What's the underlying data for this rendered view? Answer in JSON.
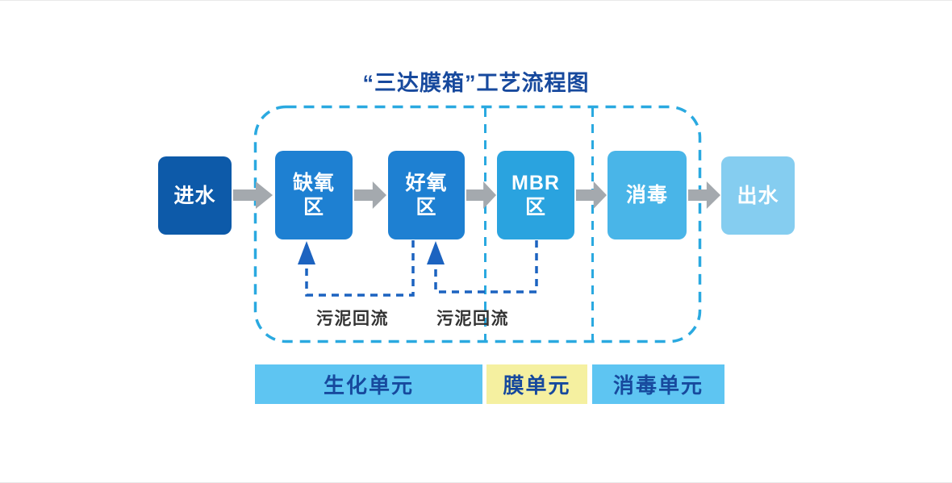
{
  "title": "“三达膜箱”工艺流程图",
  "colors": {
    "page_bg": "#ffffff",
    "title_text": "#17499d",
    "container_dash": "#2aa9e0",
    "flow_arrow": "#a4a9ae",
    "return_flow": "#1c63c0",
    "return_label_text": "#333333",
    "unit_text": "#17499d"
  },
  "nodes": [
    {
      "id": "inlet",
      "label": "进水",
      "lines": [
        "进水"
      ],
      "color": "#0d5aa9"
    },
    {
      "id": "anoxic-zone",
      "label": "缺氧区",
      "lines": [
        "缺氧",
        "区"
      ],
      "color": "#1e80d2"
    },
    {
      "id": "aerobic-zone",
      "label": "好氧区",
      "lines": [
        "好氧",
        "区"
      ],
      "color": "#1e80d2"
    },
    {
      "id": "mbr-zone",
      "label": "MBR区",
      "lines": [
        "MBR",
        "区"
      ],
      "color": "#2aa3df"
    },
    {
      "id": "disinfection",
      "label": "消毒",
      "lines": [
        "消毒"
      ],
      "color": "#49b5e8"
    },
    {
      "id": "outlet",
      "label": "出水",
      "lines": [
        "出水"
      ],
      "color": "#85cdf0"
    }
  ],
  "flow_arrows": [
    {
      "from": "进水",
      "to": "缺氧区"
    },
    {
      "from": "缺氧区",
      "to": "好氧区"
    },
    {
      "from": "好氧区",
      "to": "MBR区"
    },
    {
      "from": "MBR区",
      "to": "消毒"
    },
    {
      "from": "消毒",
      "to": "出水"
    }
  ],
  "return_flows": [
    {
      "label": "污泥回流",
      "from": "好氧区",
      "to": "缺氧区"
    },
    {
      "label": "污泥回流",
      "from": "MBR区",
      "to": "好氧区"
    }
  ],
  "units": [
    {
      "label": "生化单元",
      "color": "#5ec5f2"
    },
    {
      "label": "膜单元",
      "color": "#f5f0a0"
    },
    {
      "label": "消毒单元",
      "color": "#5ec5f2"
    }
  ]
}
